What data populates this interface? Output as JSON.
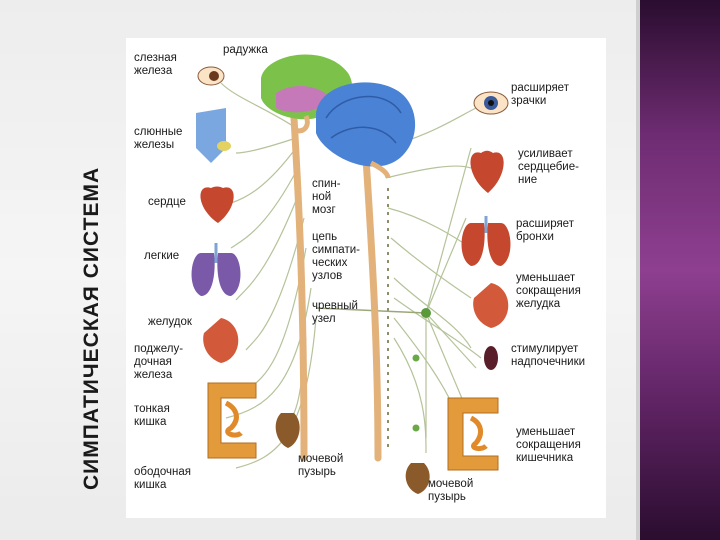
{
  "slide": {
    "title": "СИМПАТИЧЕСКАЯ СИСТЕМА"
  },
  "diagram": {
    "left_organs": {
      "tear_gland": "слезная\nжелеза",
      "iris": "радужка",
      "salivary_glands": "слюнные\nжелезы",
      "heart": "сердце",
      "lungs": "легкие",
      "stomach": "желудок",
      "pancreas": "поджелу-\nдочная\nжелеза",
      "small_intestine": "тонкая\nкишка",
      "colon": "ободочная\nкишка"
    },
    "center": {
      "spinal_cord": "спин-\nной\nмозг",
      "ganglia_chain": "цепь\nсимпати-\nческих\nузлов",
      "celiac_ganglion": "чревный\nузел",
      "bladder_left": "мочевой\nпузырь"
    },
    "right_effects": {
      "pupils": "расширяет\nзрачки",
      "heartbeat": "усиливает\nсердцебие-\nние",
      "bronchi": "расширяет\nбронхи",
      "stomach_contraction": "уменьшает\nсокращения\nжелудка",
      "adrenals": "стимулирует\nнадпочечники",
      "intestine_contraction": "уменьшает\nсокращения\nкишечника",
      "bladder_right": "мочевой\nпузырь"
    },
    "colors": {
      "brain_right": "#4a82d6",
      "brain_left": "#7cc24a",
      "organ_red": "#c4472e",
      "intestine": "#e39a3a",
      "lungs": "#7a5aa8",
      "nerve_fiber": "#a9b98a",
      "ganglion": "#5a9a3a",
      "right_band": "#6e2c72"
    }
  }
}
